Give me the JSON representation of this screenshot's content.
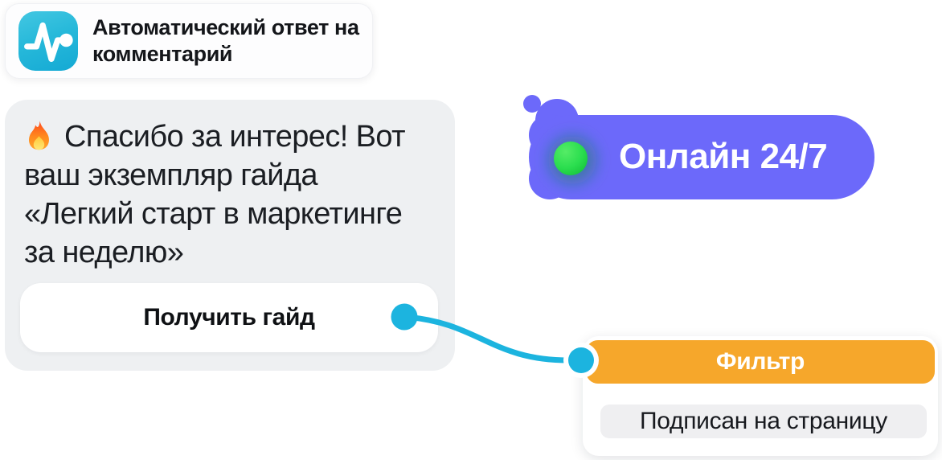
{
  "colors": {
    "cyan": "#1CB4DF",
    "icon_cyan": "#27B9DA",
    "purple": "#6C69FA",
    "orange": "#F6A72B",
    "green": "#2BDE4F",
    "node_gray": "#EEF0F2",
    "chip_gray": "#EFEFF1",
    "text_dark": "#16181D",
    "white": "#FFFFFF"
  },
  "trigger_card": {
    "icon": "pulse-icon",
    "title": "Автоматический ответ на комментарий"
  },
  "message_node": {
    "icon": "fire-emoji-icon",
    "lines": [
      "Спасибо за интерес! Вот",
      "ваш экземпляр гайда",
      "«Легкий старт в маркетинге",
      "за неделю»"
    ],
    "button_label": "Получить гайд"
  },
  "status_pill": {
    "indicator": "online-dot-icon",
    "label": "Онлайн 24/7"
  },
  "filter_node": {
    "header_label": "Фильтр",
    "condition_label": "Подписан на страницу"
  }
}
